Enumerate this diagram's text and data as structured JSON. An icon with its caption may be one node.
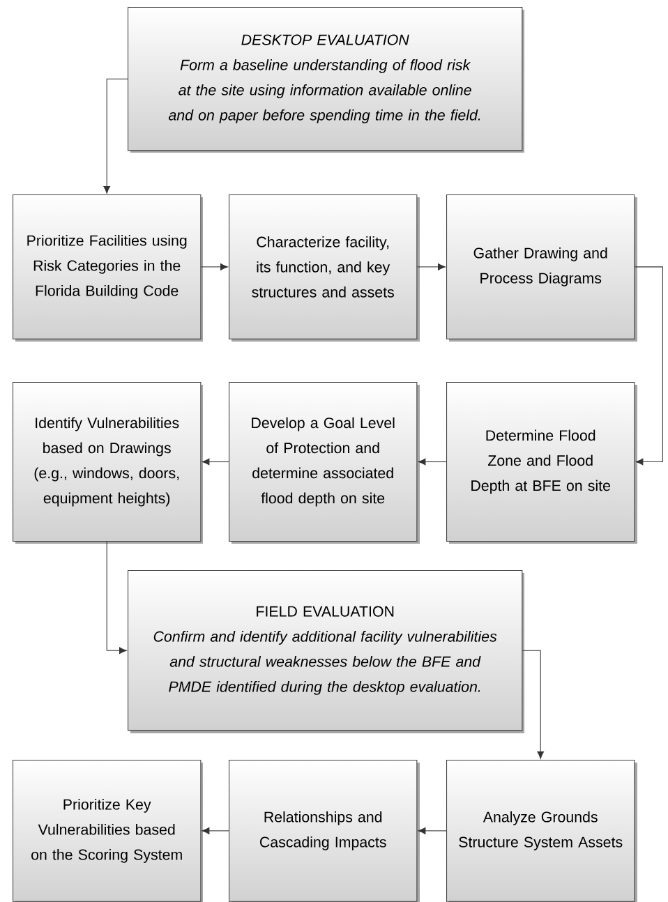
{
  "diagram": {
    "nodes": [
      {
        "text": [
          "DESKTOP EVALUATION",
          "Form a baseline understanding of flood risk at the site using information available online and on paper before spending time in the field."
        ]
      },
      {
        "text": [
          "Prioritize Facilities using Risk Categories in the Florida Building Code"
        ]
      },
      {
        "text": [
          "Characterize facility, its function, and key structures and assets"
        ]
      },
      {
        "text": [
          "Gather Drawing and Process Diagrams"
        ]
      },
      {
        "text": [
          "Determine Flood Zone and Flood Depth at BFE on site"
        ]
      },
      {
        "text": [
          "Develop a Goal Level of Protection and determine associated flood depth on site"
        ]
      },
      {
        "text": [
          "Identify Vulnerabilities based on Drawings (e.g., windows, doors, equipment heights)"
        ]
      },
      {
        "text": [
          "FIELD EVALUATION",
          "Confirm and identify additional facility vulnerabilities and structural weaknesses below the BFE and PMDE identified during the desktop evaluation."
        ]
      },
      {
        "text": [
          "Analyze Grounds Structure System Assets"
        ]
      },
      {
        "text": [
          "Relationships and Cascading Impacts"
        ]
      },
      {
        "text": [
          "Prioritize Key Vulnerabilities based on the Scoring System"
        ]
      }
    ],
    "edges": [
      {
        "from": 0,
        "to": 1,
        "arrow": "to"
      },
      {
        "from": 1,
        "to": 2,
        "arrow": "to"
      },
      {
        "from": 2,
        "to": 3,
        "arrow": "to"
      },
      {
        "from": 3,
        "to": 4,
        "arrow": "to"
      },
      {
        "from": 4,
        "to": 5,
        "arrow": "to"
      },
      {
        "from": 5,
        "to": 6,
        "arrow": "to"
      },
      {
        "from": 6,
        "to": 7,
        "arrow": "to"
      },
      {
        "from": 7,
        "to": 8,
        "arrow": "to"
      },
      {
        "from": 8,
        "to": 9,
        "arrow": "to"
      },
      {
        "from": 9,
        "to": 10,
        "arrow": "to"
      }
    ]
  }
}
